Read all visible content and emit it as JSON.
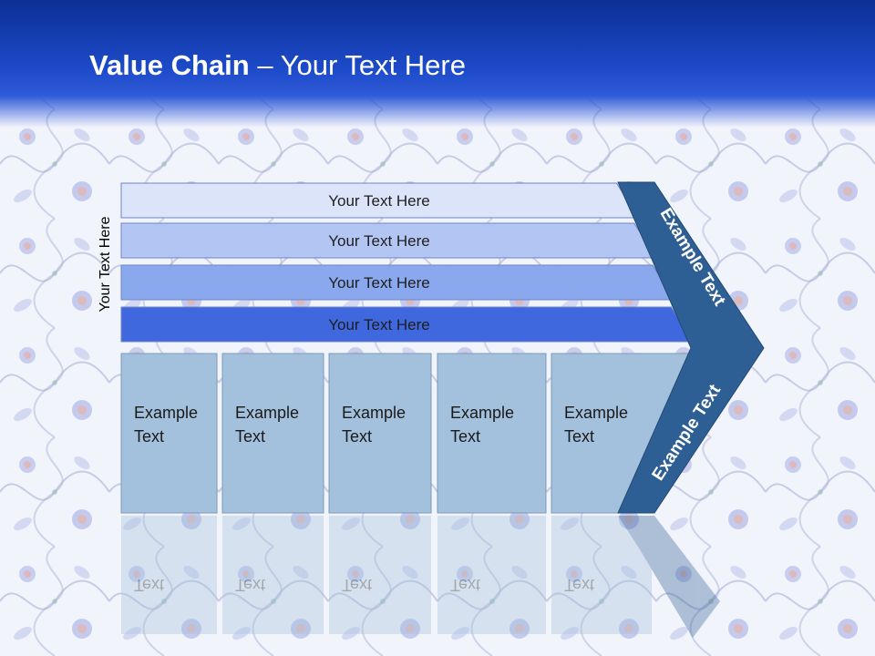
{
  "slide": {
    "title_bold": "Value Chain",
    "title_rest": " – Your Text Here",
    "side_label": "Your Text Here"
  },
  "bands": [
    {
      "label": "Your Text Here",
      "color": "#dce4fa"
    },
    {
      "label": "Your Text Here",
      "color": "#b3c6f3"
    },
    {
      "label": "Your Text Here",
      "color": "#8aa8ee"
    },
    {
      "label": "Your Text Here",
      "color": "#3f68df"
    }
  ],
  "boxes": [
    {
      "line1": "Example",
      "line2": "Text"
    },
    {
      "line1": "Example",
      "line2": "Text"
    },
    {
      "line1": "Example",
      "line2": "Text"
    },
    {
      "line1": "Example",
      "line2": "Text"
    },
    {
      "line1": "Example",
      "line2": "Text"
    }
  ],
  "arrow": {
    "top_label": "Example Text",
    "bottom_label": "Example Text",
    "color": "#2e5f94"
  },
  "colors": {
    "box_fill": "#a3c0dc",
    "box_stroke": "#7f9ab8",
    "header_dark": "#0d2f96",
    "header_mid": "#1d4bc9"
  }
}
